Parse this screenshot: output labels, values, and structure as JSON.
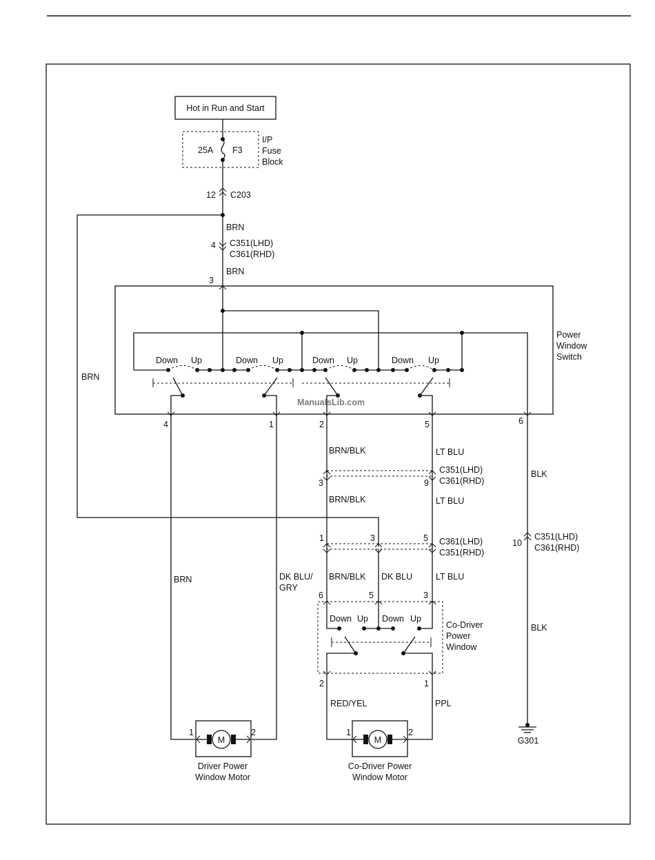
{
  "source": {
    "label": "Hot in Run and Start"
  },
  "fuse": {
    "rating": "25A",
    "id": "F3",
    "block_label": [
      "I/P",
      "Fuse",
      "Block"
    ]
  },
  "connectors": {
    "c203": {
      "pin": "12",
      "label": "C203"
    },
    "c351_top": {
      "pin": "4",
      "label1": "C351(LHD)",
      "label2": "C361(RHD)"
    },
    "c351_mid": {
      "pin_left": "3",
      "pin_right": "9",
      "label1": "C351(LHD)",
      "label2": "C361(RHD)"
    },
    "c361_low": {
      "pin_a": "1",
      "pin_b": "3",
      "pin_c": "5",
      "label1": "C361(LHD)",
      "label2": "C351(RHD)"
    },
    "c351_blk": {
      "pin": "10",
      "label1": "C351(LHD)",
      "label2": "C361(RHD)"
    }
  },
  "wires": {
    "brn": "BRN",
    "brn_blk": "BRN/BLK",
    "lt_blu": "LT BLU",
    "blk": "BLK",
    "dk_blu_gry_1": "DK BLU/",
    "dk_blu_gry_2": "GRY",
    "dk_blu": "DK BLU",
    "red_yel": "RED/YEL",
    "ppl": "PPL"
  },
  "switch": {
    "title": [
      "Power",
      "Window",
      "Switch"
    ],
    "top_pin": "3",
    "bottom_pins": [
      "4",
      "1",
      "2",
      "5",
      "6"
    ],
    "down_label": "Down",
    "up_label": "Up"
  },
  "codriver_switch": {
    "title": [
      "Co-Driver",
      "Power",
      "Window"
    ],
    "top_pins": [
      "6",
      "5",
      "3"
    ],
    "bottom_pins": [
      "2",
      "1"
    ]
  },
  "motors": {
    "symbol": "M",
    "driver": {
      "pin1": "1",
      "pin2": "2",
      "label": [
        "Driver Power",
        "Window Motor"
      ]
    },
    "codriver": {
      "pin1": "1",
      "pin2": "2",
      "label": [
        "Co-Driver Power",
        "Window Motor"
      ]
    }
  },
  "ground": {
    "label": "G301"
  },
  "watermark": "ManualsLib.com"
}
